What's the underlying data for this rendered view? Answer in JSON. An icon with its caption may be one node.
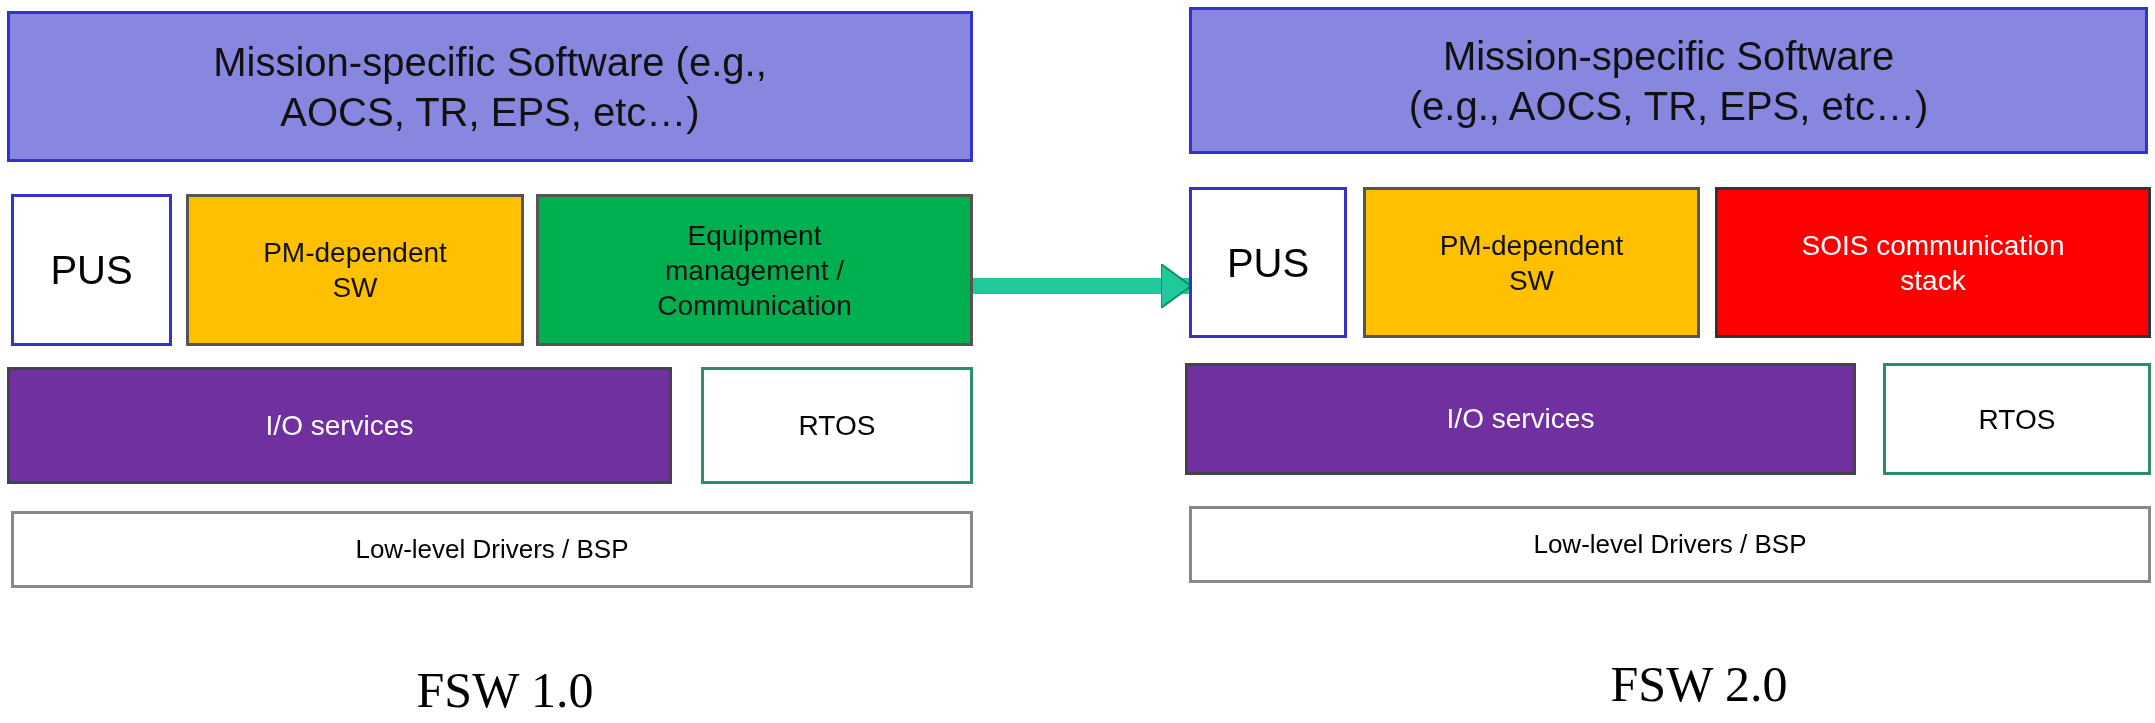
{
  "diagram": {
    "nodes": [
      {
        "text": [
          "Mission-specific Software (e.g., AOCS, TR, EPS, etc…)"
        ]
      },
      {
        "text": [
          "PUS"
        ]
      },
      {
        "text": [
          "PM-dependent SW"
        ]
      },
      {
        "text": [
          "Equipment management / Communication"
        ]
      },
      {
        "text": [
          "I/O services"
        ]
      },
      {
        "text": [
          "RTOS"
        ]
      },
      {
        "text": [
          "Low-level Drivers / BSP"
        ]
      },
      {
        "text": [
          "Mission-specific Software (e.g., AOCS, TR, EPS, etc…)"
        ]
      },
      {
        "text": [
          "PUS"
        ]
      },
      {
        "text": [
          "PM-dependent SW"
        ]
      },
      {
        "text": [
          "SOIS communication stack"
        ]
      },
      {
        "text": [
          "I/O services"
        ]
      },
      {
        "text": [
          "RTOS"
        ]
      },
      {
        "text": [
          "Low-level Drivers / BSP"
        ]
      }
    ],
    "edges": [
      {
        "from": 3,
        "to": 8,
        "arrow": "to"
      }
    ],
    "labels": [
      "FSW 1.0",
      "FSW 2.0"
    ]
  }
}
